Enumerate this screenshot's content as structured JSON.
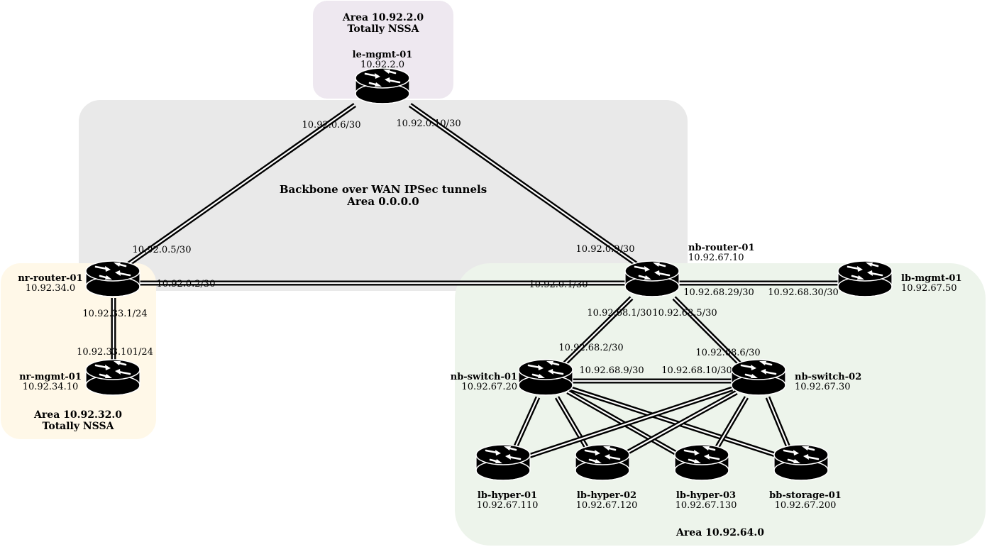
{
  "areas": {
    "le": {
      "title": "Area 10.92.2.0",
      "subtitle": "Totally NSSA",
      "color": "#eee8f0"
    },
    "backbone": {
      "title": "Backbone over WAN IPSec tunnels",
      "subtitle": "Area 0.0.0.0",
      "color": "#e9e9e9"
    },
    "nr": {
      "title": "Area 10.92.32.0",
      "subtitle": "Totally NSSA",
      "color": "#fff8e8"
    },
    "nb": {
      "title": "Area 10.92.64.0",
      "color": "#edf4eb"
    }
  },
  "nodes": {
    "le_mgmt_01": {
      "name": "le-mgmt-01",
      "ip": "10.92.2.0"
    },
    "nr_router_01": {
      "name": "nr-router-01",
      "ip": "10.92.34.0"
    },
    "nr_mgmt_01": {
      "name": "nr-mgmt-01",
      "ip": "10.92.34.10"
    },
    "nb_router_01": {
      "name": "nb-router-01",
      "ip": "10.92.67.10"
    },
    "lb_mgmt_01": {
      "name": "lb-mgmt-01",
      "ip": "10.92.67.50"
    },
    "nb_switch_01": {
      "name": "nb-switch-01",
      "ip": "10.92.67.20"
    },
    "nb_switch_02": {
      "name": "nb-switch-02",
      "ip": "10.92.67.30"
    },
    "lb_hyper_01": {
      "name": "lb-hyper-01",
      "ip": "10.92.67.110"
    },
    "lb_hyper_02": {
      "name": "lb-hyper-02",
      "ip": "10.92.67.120"
    },
    "lb_hyper_03": {
      "name": "lb-hyper-03",
      "ip": "10.92.67.130"
    },
    "bb_storage_01": {
      "name": "bb-storage-01",
      "ip": "10.92.67.200"
    }
  },
  "links": {
    "le_nr_a": "10.92.0.6/30",
    "le_nr_b": "10.92.0.5/30",
    "le_nb_a": "10.92.0.10/30",
    "le_nb_b": "10.92.0.9/30",
    "nr_nb_a": "10.92.0.2/30",
    "nr_nb_b": "10.92.0.1/30",
    "nr_mgmt_a": "10.92.33.1/24",
    "nr_mgmt_b": "10.92.33.101/24",
    "nb_lbmgmt_a": "10.92.68.29/30",
    "nb_lbmgmt_b": "10.92.68.30/30",
    "nb_sw1_a": "10.92.68.1/30",
    "nb_sw1_b": "10.92.68.2/30",
    "nb_sw2_a": "10.92.68.5/30",
    "nb_sw2_b": "10.92.68.6/30",
    "sw1_sw2_a": "10.92.68.9/30",
    "sw1_sw2_b": "10.92.68.10/30"
  }
}
